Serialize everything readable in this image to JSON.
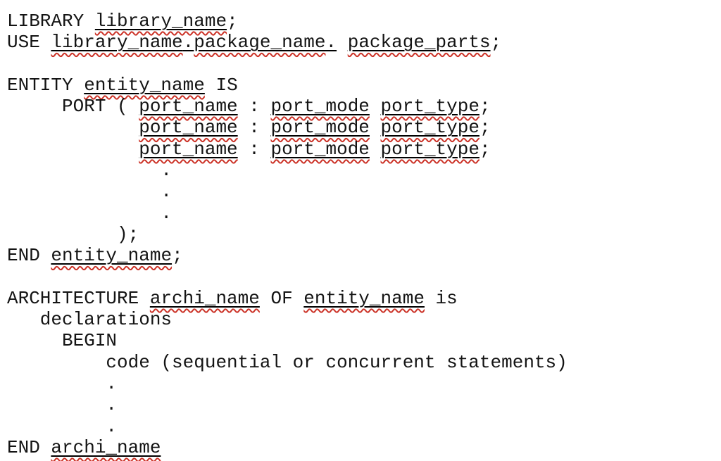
{
  "colors": {
    "background": "#ffffff",
    "text": "#141414",
    "underline": "#000000",
    "squiggle": "#cc3328"
  },
  "document": {
    "lines": [
      {
        "segments": [
          {
            "text": "LIBRARY ",
            "mark": "plain"
          },
          {
            "text": "library_name",
            "mark": "misspelled"
          },
          {
            "text": ";",
            "mark": "plain"
          }
        ]
      },
      {
        "segments": [
          {
            "text": "USE ",
            "mark": "plain"
          },
          {
            "text": "library_name",
            "mark": "misspelled"
          },
          {
            "text": ".",
            "mark": "underline"
          },
          {
            "text": "package_name",
            "mark": "misspelled"
          },
          {
            "text": ".",
            "mark": "underline"
          },
          {
            "text": " ",
            "mark": "plain"
          },
          {
            "text": "package_parts",
            "mark": "misspelled"
          },
          {
            "text": ";",
            "mark": "plain"
          }
        ]
      },
      {
        "segments": []
      },
      {
        "segments": [
          {
            "text": "ENTITY ",
            "mark": "plain"
          },
          {
            "text": "entity_name",
            "mark": "misspelled"
          },
          {
            "text": " IS",
            "mark": "plain"
          }
        ]
      },
      {
        "segments": [
          {
            "text": "     PORT ( ",
            "mark": "plain"
          },
          {
            "text": "port_name",
            "mark": "misspelled"
          },
          {
            "text": " : ",
            "mark": "plain"
          },
          {
            "text": "port_mode",
            "mark": "misspelled"
          },
          {
            "text": " ",
            "mark": "plain"
          },
          {
            "text": "port_type",
            "mark": "misspelled"
          },
          {
            "text": ";",
            "mark": "plain"
          }
        ]
      },
      {
        "segments": [
          {
            "text": "            ",
            "mark": "plain"
          },
          {
            "text": "port_name",
            "mark": "misspelled"
          },
          {
            "text": " : ",
            "mark": "plain"
          },
          {
            "text": "port_mode",
            "mark": "misspelled"
          },
          {
            "text": " ",
            "mark": "plain"
          },
          {
            "text": "port_type",
            "mark": "misspelled"
          },
          {
            "text": ";",
            "mark": "plain"
          }
        ]
      },
      {
        "segments": [
          {
            "text": "            ",
            "mark": "plain"
          },
          {
            "text": "port_name",
            "mark": "misspelled"
          },
          {
            "text": " : ",
            "mark": "plain"
          },
          {
            "text": "port_mode",
            "mark": "misspelled"
          },
          {
            "text": " ",
            "mark": "plain"
          },
          {
            "text": "port_type",
            "mark": "misspelled"
          },
          {
            "text": ";",
            "mark": "plain"
          }
        ]
      },
      {
        "segments": [
          {
            "text": "              .",
            "mark": "plain"
          }
        ]
      },
      {
        "segments": [
          {
            "text": "              .",
            "mark": "plain"
          }
        ]
      },
      {
        "segments": [
          {
            "text": "              .",
            "mark": "plain"
          }
        ]
      },
      {
        "segments": [
          {
            "text": "          );",
            "mark": "plain"
          }
        ]
      },
      {
        "segments": [
          {
            "text": "END ",
            "mark": "plain"
          },
          {
            "text": "entity_name",
            "mark": "misspelled"
          },
          {
            "text": ";",
            "mark": "plain"
          }
        ]
      },
      {
        "segments": []
      },
      {
        "segments": [
          {
            "text": "ARCHITECTURE ",
            "mark": "plain"
          },
          {
            "text": "archi_name",
            "mark": "misspelled"
          },
          {
            "text": " OF ",
            "mark": "plain"
          },
          {
            "text": "entity_name",
            "mark": "misspelled"
          },
          {
            "text": " is",
            "mark": "plain"
          }
        ]
      },
      {
        "segments": [
          {
            "text": "   declarations",
            "mark": "plain"
          }
        ]
      },
      {
        "segments": [
          {
            "text": "     BEGIN",
            "mark": "plain"
          }
        ]
      },
      {
        "segments": [
          {
            "text": "         code (sequential or concurrent statements)",
            "mark": "plain"
          }
        ]
      },
      {
        "segments": [
          {
            "text": "         .",
            "mark": "plain"
          }
        ]
      },
      {
        "segments": [
          {
            "text": "         .",
            "mark": "plain"
          }
        ]
      },
      {
        "segments": [
          {
            "text": "         .",
            "mark": "plain"
          }
        ]
      },
      {
        "segments": [
          {
            "text": "END ",
            "mark": "plain"
          },
          {
            "text": "archi_name",
            "mark": "misspelled"
          }
        ]
      }
    ]
  }
}
